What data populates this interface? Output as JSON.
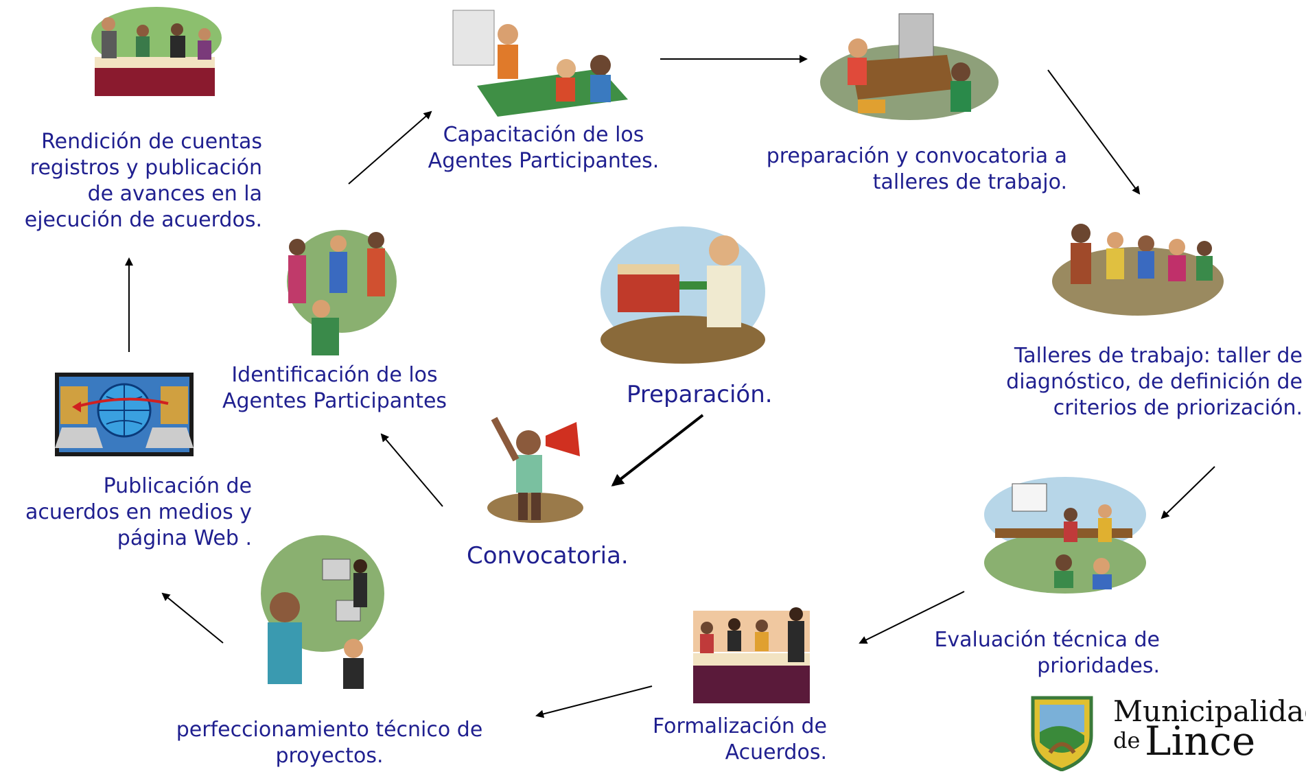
{
  "nodes": {
    "rendicion": "Rendición de cuentas registros y publicación de avances en la ejecución de acuerdos.",
    "capacitacion": "Capacitación de los Agentes Participantes.",
    "preparacion_convocatoria": "preparación y convocatoria a talleres de trabajo.",
    "talleres": "Talleres de trabajo: taller de diagnóstico, de definición de criterios de priorización.",
    "evaluacion": "Evaluación técnica de prioridades.",
    "formalizacion": "Formalización de Acuerdos.",
    "perfeccionamiento": "perfeccionamiento técnico de proyectos.",
    "publicacion": "Publicación de acuerdos en medios y  página Web .",
    "identificacion": "Identificación de los Agentes Participantes",
    "preparacion": "Preparación.",
    "convocatoria": "Convocatoria."
  },
  "logo": {
    "line1": "Municipalidad",
    "line2_small": "de",
    "line2_big": "Lince"
  },
  "colors": {
    "text": "#1f1f8f",
    "arrow": "#000000"
  }
}
